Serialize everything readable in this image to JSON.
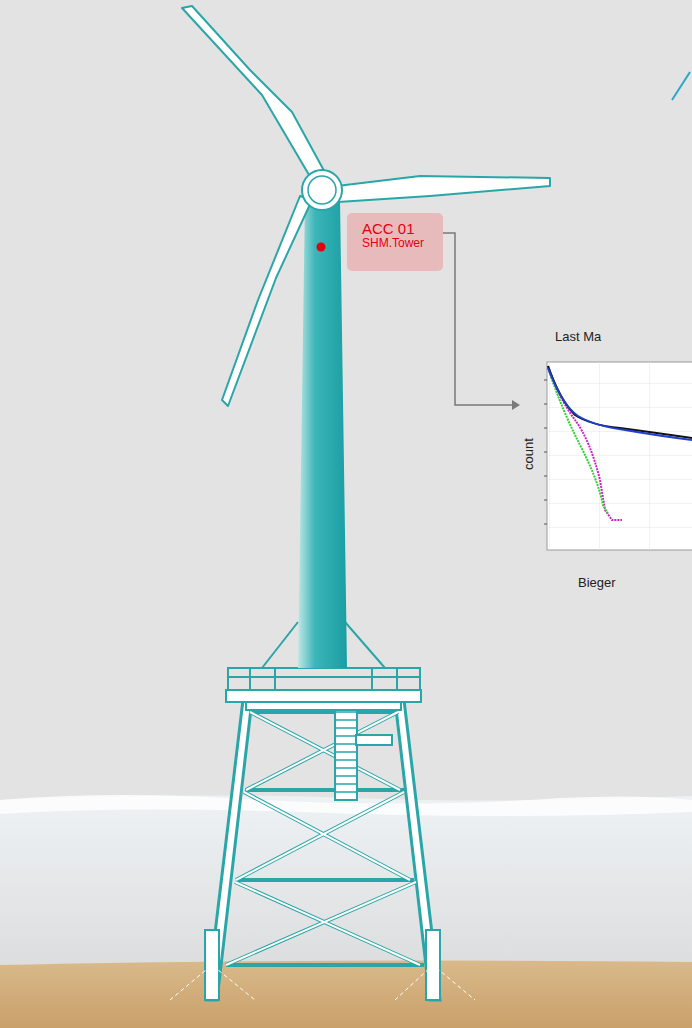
{
  "diagram": {
    "nodes": [
      {
        "text": [
          "ACC 01",
          "SHM.Tower"
        ]
      }
    ],
    "labels": [
      "Last Ma",
      "count",
      "Bieger"
    ]
  }
}
